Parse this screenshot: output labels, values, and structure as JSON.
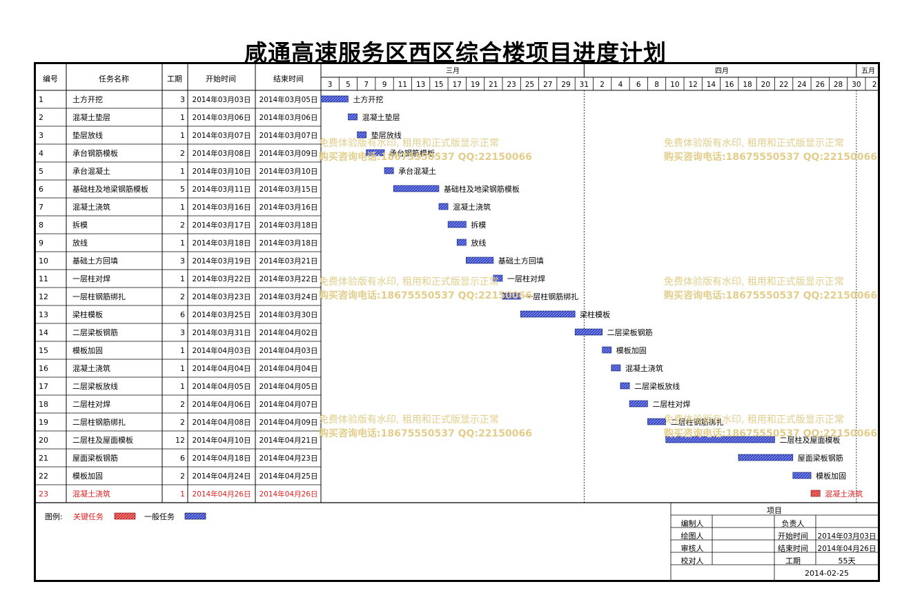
{
  "title": "咸通高速服务区西区综合楼项目进度计划",
  "headers": {
    "id": "编号",
    "name": "任务名称",
    "duration": "工期",
    "start": "开始时间",
    "end": "结束时间"
  },
  "months": [
    "三月",
    "四月",
    "五月"
  ],
  "days": [
    "3",
    "5",
    "7",
    "9",
    "11",
    "13",
    "15",
    "17",
    "19",
    "21",
    "23",
    "25",
    "27",
    "29",
    "31",
    "2",
    "4",
    "6",
    "8",
    "10",
    "12",
    "14",
    "16",
    "18",
    "20",
    "22",
    "24",
    "26",
    "28",
    "30",
    "2"
  ],
  "tasks": [
    {
      "id": "1",
      "name": "土方开挖",
      "duration": "3",
      "start": "2014年03月03日",
      "end": "2014年03月05日",
      "startIdx": 0,
      "len": 3,
      "critical": false
    },
    {
      "id": "2",
      "name": "混凝土垫层",
      "duration": "1",
      "start": "2014年03月06日",
      "end": "2014年03月06日",
      "startIdx": 3,
      "len": 1,
      "critical": false
    },
    {
      "id": "3",
      "name": "垫层放线",
      "duration": "1",
      "start": "2014年03月07日",
      "end": "2014年03月07日",
      "startIdx": 4,
      "len": 1,
      "critical": false
    },
    {
      "id": "4",
      "name": "承台钢筋模板",
      "duration": "2",
      "start": "2014年03月08日",
      "end": "2014年03月09日",
      "startIdx": 5,
      "len": 2,
      "critical": false
    },
    {
      "id": "5",
      "name": "承台混凝土",
      "duration": "1",
      "start": "2014年03月10日",
      "end": "2014年03月10日",
      "startIdx": 7,
      "len": 1,
      "critical": false
    },
    {
      "id": "6",
      "name": "基础柱及地梁钢筋模板",
      "duration": "5",
      "start": "2014年03月11日",
      "end": "2014年03月15日",
      "startIdx": 8,
      "len": 5,
      "critical": false
    },
    {
      "id": "7",
      "name": "混凝土浇筑",
      "duration": "1",
      "start": "2014年03月16日",
      "end": "2014年03月16日",
      "startIdx": 13,
      "len": 1,
      "critical": false
    },
    {
      "id": "8",
      "name": "拆模",
      "duration": "2",
      "start": "2014年03月17日",
      "end": "2014年03月18日",
      "startIdx": 14,
      "len": 2,
      "critical": false
    },
    {
      "id": "9",
      "name": "放线",
      "duration": "1",
      "start": "2014年03月18日",
      "end": "2014年03月18日",
      "startIdx": 15,
      "len": 1,
      "critical": false
    },
    {
      "id": "10",
      "name": "基础土方回填",
      "duration": "3",
      "start": "2014年03月19日",
      "end": "2014年03月21日",
      "startIdx": 16,
      "len": 3,
      "critical": false
    },
    {
      "id": "11",
      "name": "一层柱对焊",
      "duration": "1",
      "start": "2014年03月22日",
      "end": "2014年03月22日",
      "startIdx": 19,
      "len": 1,
      "critical": false
    },
    {
      "id": "12",
      "name": "一层柱钢筋绑扎",
      "duration": "2",
      "start": "2014年03月23日",
      "end": "2014年03月24日",
      "startIdx": 20,
      "len": 2,
      "critical": false
    },
    {
      "id": "13",
      "name": "梁柱模板",
      "duration": "6",
      "start": "2014年03月25日",
      "end": "2014年03月30日",
      "startIdx": 22,
      "len": 6,
      "critical": false
    },
    {
      "id": "14",
      "name": "二层梁板钢筋",
      "duration": "3",
      "start": "2014年03月31日",
      "end": "2014年04月02日",
      "startIdx": 28,
      "len": 3,
      "critical": false
    },
    {
      "id": "15",
      "name": "模板加固",
      "duration": "1",
      "start": "2014年04月03日",
      "end": "2014年04月03日",
      "startIdx": 31,
      "len": 1,
      "critical": false
    },
    {
      "id": "16",
      "name": "混凝土浇筑",
      "duration": "1",
      "start": "2014年04月04日",
      "end": "2014年04月04日",
      "startIdx": 32,
      "len": 1,
      "critical": false
    },
    {
      "id": "17",
      "name": "二层梁板放线",
      "duration": "1",
      "start": "2014年04月05日",
      "end": "2014年04月05日",
      "startIdx": 33,
      "len": 1,
      "critical": false
    },
    {
      "id": "18",
      "name": "二层柱对焊",
      "duration": "2",
      "start": "2014年04月06日",
      "end": "2014年04月07日",
      "startIdx": 34,
      "len": 2,
      "critical": false
    },
    {
      "id": "19",
      "name": "二层柱钢筋绑扎",
      "duration": "2",
      "start": "2014年04月08日",
      "end": "2014年04月09日",
      "startIdx": 36,
      "len": 2,
      "critical": false
    },
    {
      "id": "20",
      "name": "二层柱及屋面模板",
      "duration": "12",
      "start": "2014年04月10日",
      "end": "2014年04月21日",
      "startIdx": 38,
      "len": 12,
      "critical": false
    },
    {
      "id": "21",
      "name": "屋面梁板钢筋",
      "duration": "6",
      "start": "2014年04月18日",
      "end": "2014年04月23日",
      "startIdx": 46,
      "len": 6,
      "critical": false
    },
    {
      "id": "22",
      "name": "模板加固",
      "duration": "2",
      "start": "2014年04月24日",
      "end": "2014年04月25日",
      "startIdx": 52,
      "len": 2,
      "critical": false
    },
    {
      "id": "23",
      "name": "混凝土浇筑",
      "duration": "1",
      "start": "2014年04月26日",
      "end": "2014年04月26日",
      "startIdx": 54,
      "len": 1,
      "critical": true
    }
  ],
  "legend": {
    "label": "图例:",
    "critical": "关键任务",
    "normal": "一般任务"
  },
  "info": {
    "header": "项目",
    "compiler_label": "编制人",
    "compiler": "",
    "owner_label": "负责人",
    "owner": "",
    "drawer_label": "绘图人",
    "drawer": "",
    "start_label": "开始时间",
    "start": "2014年03月03日",
    "reviewer_label": "审核人",
    "reviewer": "",
    "end_label": "结束时间",
    "end": "2014年04月26日",
    "checker_label": "校对人",
    "checker": "",
    "duration_label": "工期",
    "duration": "55天",
    "date": "2014-02-25"
  },
  "watermark": {
    "line1": "免费体验版有水印, 租用和正式版显示正常",
    "line2": "购买咨询电话:18675550537 QQ:22150066"
  },
  "colors": {
    "normal_bar": "#3340b3",
    "critical_bar": "#d63333",
    "critical_text": "#e02020",
    "watermark": "#e2cd8a"
  }
}
